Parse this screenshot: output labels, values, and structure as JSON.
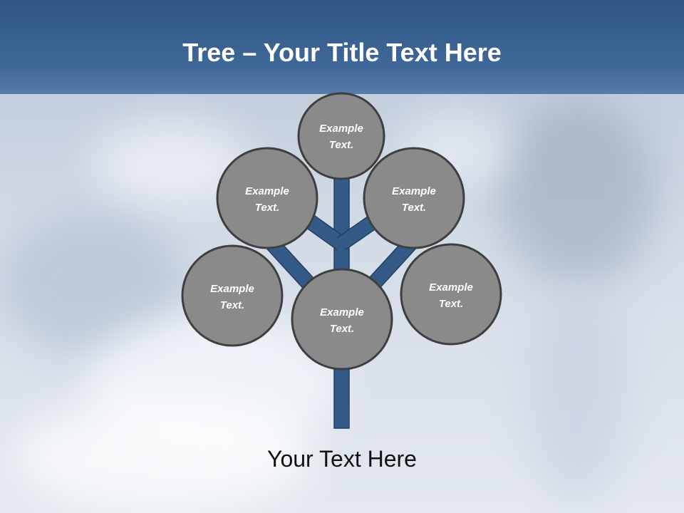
{
  "slide": {
    "title_bold": "Tree",
    "title_separator": " – ",
    "title_rest": "Your Title Text Here",
    "bottom_text": "Your Text Here"
  },
  "tree": {
    "nodes": [
      {
        "id": "top",
        "line1": "Example",
        "line2": "Text."
      },
      {
        "id": "upper-left",
        "line1": "Example",
        "line2": "Text."
      },
      {
        "id": "upper-right",
        "line1": "Example",
        "line2": "Text."
      },
      {
        "id": "lower-left",
        "line1": "Example",
        "line2": "Text."
      },
      {
        "id": "center",
        "line1": "Example",
        "line2": "Text."
      },
      {
        "id": "lower-right",
        "line1": "Example",
        "line2": "Text."
      }
    ]
  },
  "colors": {
    "title_bar": "#3a6393",
    "branch": "#345a87",
    "node_fill": "#8a8a8a",
    "node_stroke": "#3f3f3f"
  }
}
